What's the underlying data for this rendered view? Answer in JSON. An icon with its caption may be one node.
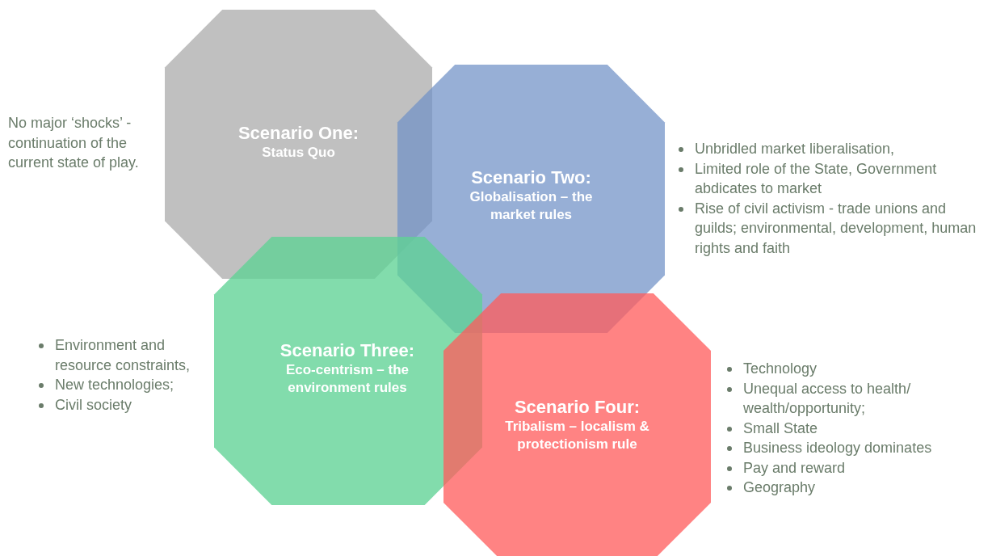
{
  "diagram": {
    "nodes": [
      {
        "text": [
          "Scenario One:",
          "Status Quo"
        ],
        "beside": [
          "No major ‘shocks’ - continuation of the current state of play."
        ]
      },
      {
        "text": [
          "Scenario Two:",
          "Globalisation – the market rules"
        ],
        "beside": [
          "Unbridled market liberalisation,",
          "Limited role of the State, Government abdicates to market",
          "Rise of civil activism  - trade unions and guilds;  environmental, development, human rights and faith"
        ]
      },
      {
        "text": [
          "Scenario Three:",
          "Eco-centrism – the environment rules"
        ],
        "beside": [
          "Environment and resource constraints,",
          "New technologies;",
          "Civil society"
        ]
      },
      {
        "text": [
          "Scenario Four:",
          "Tribalism – localism & protectionism rule"
        ],
        "beside": [
          "Technology",
          "Unequal access to health/ wealth/opportunity;",
          "Small State",
          "Business ideology dominates",
          "Pay and reward",
          "Geography"
        ]
      }
    ]
  }
}
